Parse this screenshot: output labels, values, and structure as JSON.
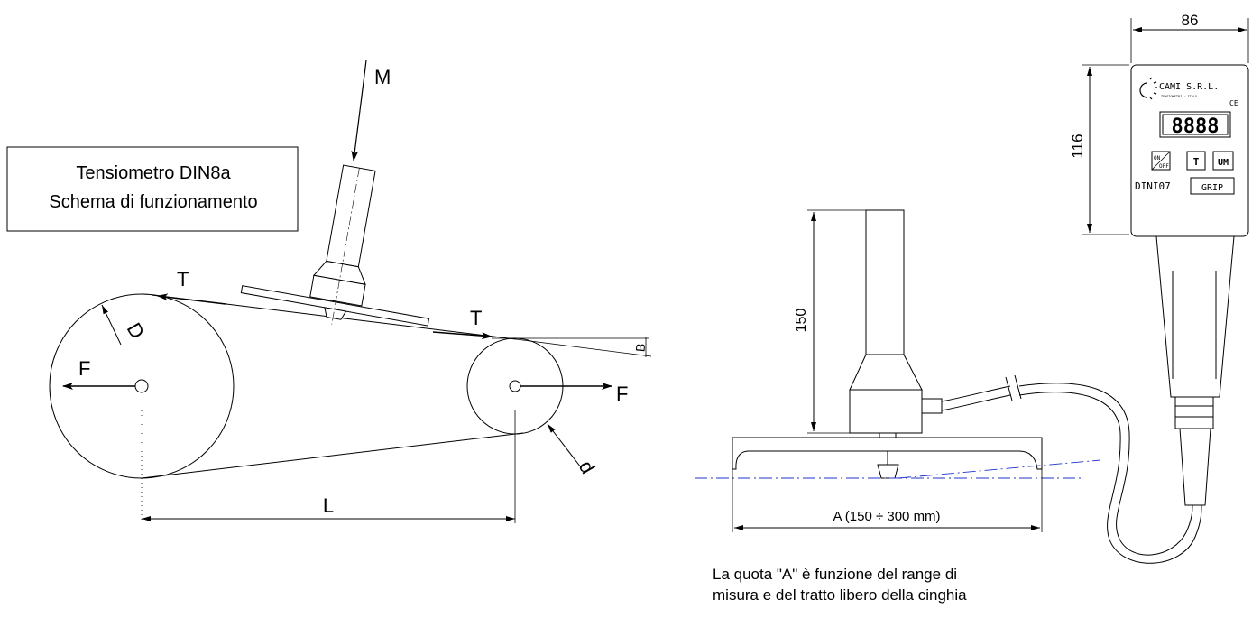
{
  "title": {
    "line1": "Tensiometro DIN8a",
    "line2": "Schema di funzionamento"
  },
  "labels": {
    "force_m": "M",
    "tension_top": "T",
    "tension_mid": "T",
    "force_left": "F",
    "force_right": "F",
    "diameter_large": "D",
    "diameter_small": "d",
    "angle": "B",
    "center_distance": "L",
    "height_device": "150",
    "span_a": "A (150 ÷ 300 mm)",
    "width_box": "86",
    "height_box": "116"
  },
  "device": {
    "brand": "CAMI S.R.L.",
    "subbrand": "TENSIOMETRI · ITALY",
    "ce_mark": "CE",
    "display": "8888",
    "btn_onoff_top": "ON",
    "btn_onoff_bottom": "OFF",
    "btn_t": "T",
    "btn_um": "UM",
    "model": "DINI07",
    "grip": "GRIP"
  },
  "note": {
    "line1": "La quota \"A\" è funzione del range di",
    "line2": "misura e del tratto libero della cinghia"
  }
}
